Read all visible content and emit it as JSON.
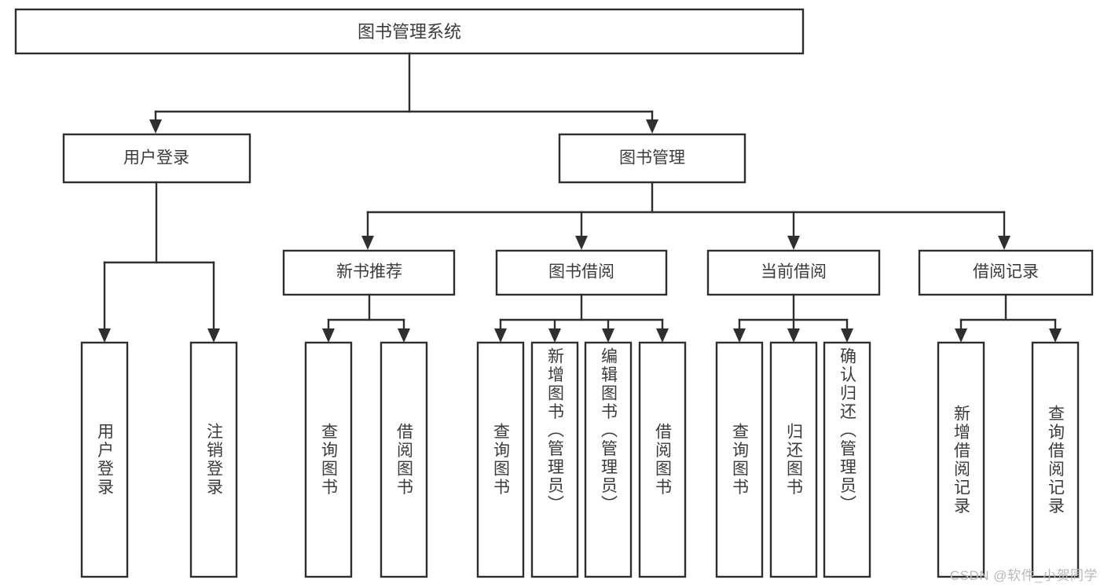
{
  "diagram": {
    "type": "tree",
    "orientation": "top-down",
    "root": {
      "id": "root",
      "label": "图书管理系统"
    },
    "level2": [
      {
        "id": "user-login",
        "label": "用户登录"
      },
      {
        "id": "book-manage",
        "label": "图书管理"
      }
    ],
    "level3": [
      {
        "id": "new-book-recommend",
        "label": "新书推荐",
        "parent": "book-manage"
      },
      {
        "id": "book-borrow",
        "label": "图书借阅",
        "parent": "book-manage"
      },
      {
        "id": "current-borrow",
        "label": "当前借阅",
        "parent": "book-manage"
      },
      {
        "id": "borrow-record",
        "label": "借阅记录",
        "parent": "book-manage"
      }
    ],
    "leaves": [
      {
        "id": "leaf-user-login",
        "label": "用户登录",
        "parent": "user-login"
      },
      {
        "id": "leaf-logout-login",
        "label": "注销登录",
        "parent": "user-login"
      },
      {
        "id": "leaf-query-book-1",
        "label": "查询图书",
        "parent": "new-book-recommend"
      },
      {
        "id": "leaf-borrow-book-1",
        "label": "借阅图书",
        "parent": "new-book-recommend"
      },
      {
        "id": "leaf-query-book-2",
        "label": "查询图书",
        "parent": "book-borrow"
      },
      {
        "id": "leaf-add-book",
        "label": "新增图书（管理员）",
        "parent": "book-borrow"
      },
      {
        "id": "leaf-edit-book",
        "label": "编辑图书（管理员）",
        "parent": "book-borrow"
      },
      {
        "id": "leaf-borrow-book-2",
        "label": "借阅图书",
        "parent": "book-borrow"
      },
      {
        "id": "leaf-query-book-3",
        "label": "查询图书",
        "parent": "current-borrow"
      },
      {
        "id": "leaf-return-book",
        "label": "归还图书",
        "parent": "current-borrow"
      },
      {
        "id": "leaf-confirm-return",
        "label": "确认归还（管理员）",
        "parent": "current-borrow"
      },
      {
        "id": "leaf-add-record",
        "label": "新增借阅记录",
        "parent": "borrow-record"
      },
      {
        "id": "leaf-query-record",
        "label": "查询借阅记录",
        "parent": "borrow-record"
      }
    ],
    "colors": {
      "stroke": "#2f2f2f",
      "fill": "#ffffff",
      "text": "#3b3b3b",
      "watermark": "#b9b9b9"
    }
  },
  "watermark": {
    "text": "CSDN @软件_小贺同学"
  }
}
